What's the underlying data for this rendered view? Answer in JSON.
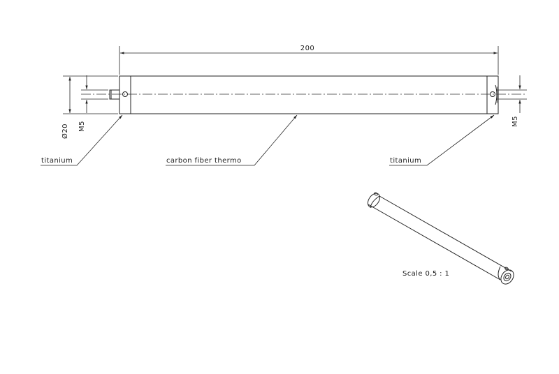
{
  "dimensions": {
    "length": "200",
    "diameter": "Ø20",
    "thread_left": "M5",
    "thread_right": "M5"
  },
  "labels": {
    "left_material": "titanium",
    "center_material": "carbon fiber thermo",
    "right_material": "titanium"
  },
  "scale": "Scale 0,5 : 1"
}
